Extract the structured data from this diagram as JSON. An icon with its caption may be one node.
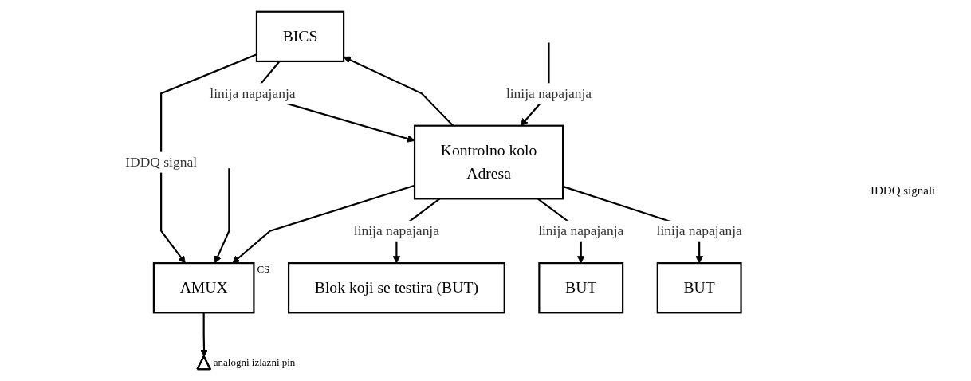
{
  "diagram": {
    "nodes": [
      {
        "text": [
          "BICS"
        ]
      },
      {
        "text": [
          "AMUX"
        ],
        "beside": [
          "CS"
        ]
      },
      {
        "text": [
          "Kontrolno kolo",
          "Adresa"
        ]
      },
      {
        "text": [
          "Blok koji se testira (BUT)"
        ]
      },
      {
        "text": [
          "BUT"
        ]
      },
      {
        "text": [
          "BUT"
        ]
      },
      {
        "text": [],
        "shape": "triangle",
        "beside": [
          "analogni izlazni pin"
        ]
      }
    ],
    "edges": [
      {
        "from": 0,
        "to": 1,
        "arrow": "to",
        "label": "IDDQ signal"
      },
      {
        "from": null,
        "to": 1,
        "arrow": "to"
      },
      {
        "from": 1,
        "to": 6,
        "arrow": "to"
      },
      {
        "from": 2,
        "to": 0,
        "arrow": "to"
      },
      {
        "from": 0,
        "to": 2,
        "arrow": "to",
        "label": "linija napajanja"
      },
      {
        "from": null,
        "to": 2,
        "arrow": "to",
        "label": "linija napajanja"
      },
      {
        "from": 2,
        "to": 1,
        "arrow": "to"
      },
      {
        "from": 2,
        "to": 3,
        "arrow": "to",
        "label": "linija napajanja"
      },
      {
        "from": 2,
        "to": 4,
        "arrow": "to",
        "label": "linija napajanja"
      },
      {
        "from": 2,
        "to": 5,
        "arrow": "to",
        "label": "linija napajanja"
      }
    ],
    "labels": [
      "IDDQ signali"
    ]
  }
}
